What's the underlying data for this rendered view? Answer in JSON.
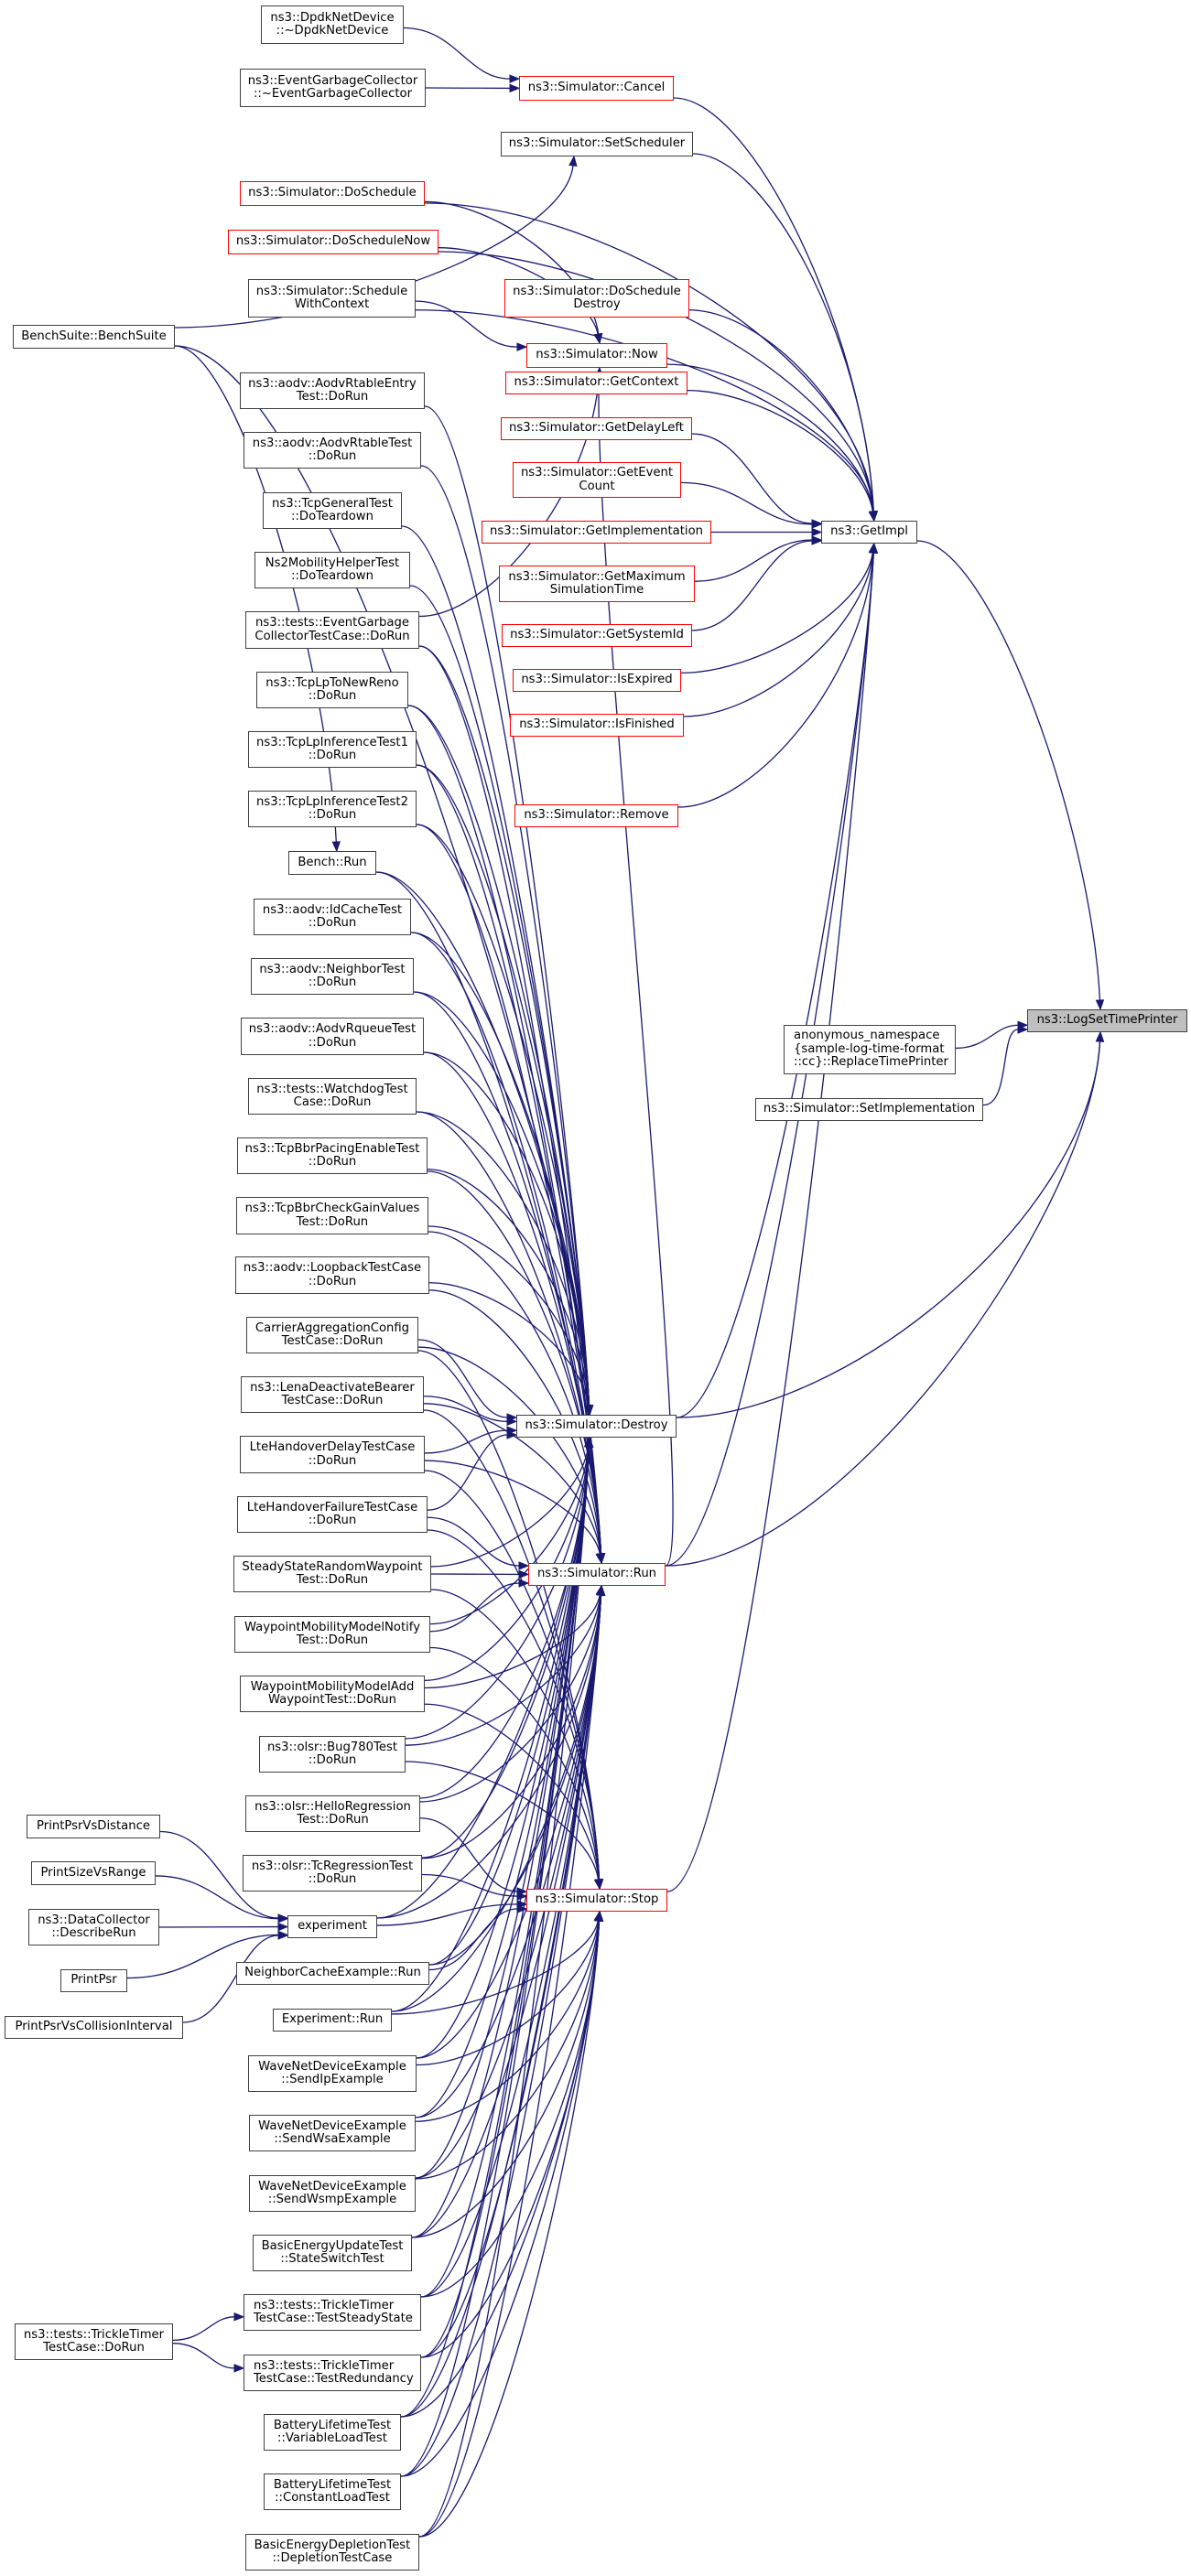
{
  "graph": {
    "type": "caller-graph",
    "root": "ns3::LogSetTimePrinter",
    "colors": {
      "edge": "#191970",
      "truncated_border": "#ff0000",
      "normal_border": "#404040",
      "root_fill": "#bfbfbf"
    },
    "nodes": {
      "LogSetTimePrinter": {
        "label": "ns3::LogSetTimePrinter",
        "style": "root"
      },
      "GetImpl": {
        "label": "ns3::GetImpl",
        "style": "normal"
      },
      "ReplaceTimePrinter": {
        "label": "anonymous_namespace\n{sample-log-time-format\n::cc}::ReplaceTimePrinter",
        "style": "normal",
        "align": "left"
      },
      "SetImplementation": {
        "label": "ns3::Simulator::SetImplementation",
        "style": "normal"
      },
      "Cancel": {
        "label": "ns3::Simulator::Cancel",
        "style": "truncated"
      },
      "SetScheduler": {
        "label": "ns3::Simulator::SetScheduler",
        "style": "normal"
      },
      "DoSchedule": {
        "label": "ns3::Simulator::DoSchedule",
        "style": "truncated"
      },
      "DoScheduleNow": {
        "label": "ns3::Simulator::DoScheduleNow",
        "style": "truncated"
      },
      "DoScheduleDestroy": {
        "label": "ns3::Simulator::DoSchedule\nDestroy",
        "style": "truncated"
      },
      "Now": {
        "label": "ns3::Simulator::Now",
        "style": "truncated"
      },
      "GetContext": {
        "label": "ns3::Simulator::GetContext",
        "style": "truncated"
      },
      "GetDelayLeft": {
        "label": "ns3::Simulator::GetDelayLeft",
        "style": "truncated"
      },
      "GetEventCount": {
        "label": "ns3::Simulator::GetEvent\nCount",
        "style": "truncated"
      },
      "GetImplementation": {
        "label": "ns3::Simulator::GetImplementation",
        "style": "truncated"
      },
      "GetMaximumSimulationTime": {
        "label": "ns3::Simulator::GetMaximum\nSimulationTime",
        "style": "truncated"
      },
      "GetSystemId": {
        "label": "ns3::Simulator::GetSystemId",
        "style": "truncated"
      },
      "IsExpired": {
        "label": "ns3::Simulator::IsExpired",
        "style": "truncated"
      },
      "IsFinished": {
        "label": "ns3::Simulator::IsFinished",
        "style": "truncated"
      },
      "Remove": {
        "label": "ns3::Simulator::Remove",
        "style": "truncated"
      },
      "Destroy": {
        "label": "ns3::Simulator::Destroy",
        "style": "normal"
      },
      "Run": {
        "label": "ns3::Simulator::Run",
        "style": "truncated"
      },
      "Stop": {
        "label": "ns3::Simulator::Stop",
        "style": "truncated"
      },
      "DpdkNetDevice": {
        "label": "ns3::DpdkNetDevice\n::~DpdkNetDevice",
        "style": "normal"
      },
      "EventGarbageCollector": {
        "label": "ns3::EventGarbageCollector\n::~EventGarbageCollector",
        "style": "normal"
      },
      "ScheduleWithContext": {
        "label": "ns3::Simulator::Schedule\nWithContext",
        "style": "normal"
      },
      "BenchSuite": {
        "label": "BenchSuite::BenchSuite",
        "style": "normal"
      },
      "AodvRtableEntryTest": {
        "label": "ns3::aodv::AodvRtableEntry\nTest::DoRun",
        "style": "normal"
      },
      "AodvRtableTest": {
        "label": "ns3::aodv::AodvRtableTest\n::DoRun",
        "style": "normal"
      },
      "TcpGeneralTest": {
        "label": "ns3::TcpGeneralTest\n::DoTeardown",
        "style": "normal"
      },
      "Ns2MobilityHelperTest": {
        "label": "Ns2MobilityHelperTest\n::DoTeardown",
        "style": "normal"
      },
      "EventGarbageCollectorTestCase": {
        "label": "ns3::tests::EventGarbage\nCollectorTestCase::DoRun",
        "style": "normal"
      },
      "TcpLpToNewReno": {
        "label": "ns3::TcpLpToNewReno\n::DoRun",
        "style": "normal"
      },
      "TcpLpInferenceTest1": {
        "label": "ns3::TcpLpInferenceTest1\n::DoRun",
        "style": "normal"
      },
      "TcpLpInferenceTest2": {
        "label": "ns3::TcpLpInferenceTest2\n::DoRun",
        "style": "normal"
      },
      "BenchRun": {
        "label": "Bench::Run",
        "style": "normal"
      },
      "IdCacheTest": {
        "label": "ns3::aodv::IdCacheTest\n::DoRun",
        "style": "normal"
      },
      "NeighborTest": {
        "label": "ns3::aodv::NeighborTest\n::DoRun",
        "style": "normal"
      },
      "AodvRqueueTest": {
        "label": "ns3::aodv::AodvRqueueTest\n::DoRun",
        "style": "normal"
      },
      "WatchdogTestCase": {
        "label": "ns3::tests::WatchdogTest\nCase::DoRun",
        "style": "normal"
      },
      "TcpBbrPacingEnableTest": {
        "label": "ns3::TcpBbrPacingEnableTest\n::DoRun",
        "style": "normal"
      },
      "TcpBbrCheckGainValuesTest": {
        "label": "ns3::TcpBbrCheckGainValues\nTest::DoRun",
        "style": "normal"
      },
      "LoopbackTestCase": {
        "label": "ns3::aodv::LoopbackTestCase\n::DoRun",
        "style": "normal"
      },
      "CarrierAggregationConfigTestCase": {
        "label": "CarrierAggregationConfig\nTestCase::DoRun",
        "style": "normal"
      },
      "LenaDeactivateBearerTestCase": {
        "label": "ns3::LenaDeactivateBearer\nTestCase::DoRun",
        "style": "normal"
      },
      "LteHandoverDelayTestCase": {
        "label": "LteHandoverDelayTestCase\n::DoRun",
        "style": "normal"
      },
      "LteHandoverFailureTestCase": {
        "label": "LteHandoverFailureTestCase\n::DoRun",
        "style": "normal"
      },
      "SteadyStateRandomWaypointTest": {
        "label": "SteadyStateRandomWaypoint\nTest::DoRun",
        "style": "normal"
      },
      "WaypointMobilityModelNotifyTest": {
        "label": "WaypointMobilityModelNotify\nTest::DoRun",
        "style": "normal"
      },
      "WaypointMobilityModelAddWaypointTest": {
        "label": "WaypointMobilityModelAdd\nWaypointTest::DoRun",
        "style": "normal"
      },
      "Bug780Test": {
        "label": "ns3::olsr::Bug780Test\n::DoRun",
        "style": "normal"
      },
      "HelloRegressionTest": {
        "label": "ns3::olsr::HelloRegression\nTest::DoRun",
        "style": "normal"
      },
      "TcRegressionTest": {
        "label": "ns3::olsr::TcRegressionTest\n::DoRun",
        "style": "normal"
      },
      "experiment": {
        "label": "experiment",
        "style": "normal"
      },
      "NeighborCacheExampleRun": {
        "label": "NeighborCacheExample::Run",
        "style": "normal"
      },
      "ExperimentRun": {
        "label": "Experiment::Run",
        "style": "normal"
      },
      "SendIpExample": {
        "label": "WaveNetDeviceExample\n::SendIpExample",
        "style": "normal"
      },
      "SendWsaExample": {
        "label": "WaveNetDeviceExample\n::SendWsaExample",
        "style": "normal"
      },
      "SendWsmpExample": {
        "label": "WaveNetDeviceExample\n::SendWsmpExample",
        "style": "normal"
      },
      "StateSwitchTest": {
        "label": "BasicEnergyUpdateTest\n::StateSwitchTest",
        "style": "normal"
      },
      "TestSteadyState": {
        "label": "ns3::tests::TrickleTimer\nTestCase::TestSteadyState",
        "style": "normal",
        "align": "left"
      },
      "TestRedundancy": {
        "label": "ns3::tests::TrickleTimer\nTestCase::TestRedundancy",
        "style": "normal",
        "align": "left"
      },
      "VariableLoadTest": {
        "label": "BatteryLifetimeTest\n::VariableLoadTest",
        "style": "normal"
      },
      "ConstantLoadTest": {
        "label": "BatteryLifetimeTest\n::ConstantLoadTest",
        "style": "normal"
      },
      "DepletionTestCase": {
        "label": "BasicEnergyDepletionTest\n::DepletionTestCase",
        "style": "normal"
      },
      "TrickleTimerDoRun": {
        "label": "ns3::tests::TrickleTimer\nTestCase::DoRun",
        "style": "normal"
      },
      "PrintPsrVsDistance": {
        "label": "PrintPsrVsDistance",
        "style": "normal"
      },
      "PrintSizeVsRange": {
        "label": "PrintSizeVsRange",
        "style": "normal"
      },
      "DescribeRun": {
        "label": "ns3::DataCollector\n::DescribeRun",
        "style": "normal"
      },
      "PrintPsr": {
        "label": "PrintPsr",
        "style": "normal"
      },
      "PrintPsrVsCollisionInterval": {
        "label": "PrintPsrVsCollisionInterval",
        "style": "normal"
      }
    },
    "edges": [
      [
        "GetImpl",
        "LogSetTimePrinter"
      ],
      [
        "ReplaceTimePrinter",
        "LogSetTimePrinter"
      ],
      [
        "SetImplementation",
        "LogSetTimePrinter"
      ],
      [
        "Destroy",
        "LogSetTimePrinter"
      ],
      [
        "Run",
        "LogSetTimePrinter"
      ],
      [
        "Cancel",
        "GetImpl"
      ],
      [
        "SetScheduler",
        "GetImpl"
      ],
      [
        "DoSchedule",
        "GetImpl"
      ],
      [
        "DoScheduleNow",
        "GetImpl"
      ],
      [
        "DoScheduleDestroy",
        "GetImpl"
      ],
      [
        "Now",
        "GetImpl"
      ],
      [
        "GetContext",
        "GetImpl"
      ],
      [
        "GetDelayLeft",
        "GetImpl"
      ],
      [
        "GetEventCount",
        "GetImpl"
      ],
      [
        "GetImplementation",
        "GetImpl"
      ],
      [
        "GetMaximumSimulationTime",
        "GetImpl"
      ],
      [
        "GetSystemId",
        "GetImpl"
      ],
      [
        "IsExpired",
        "GetImpl"
      ],
      [
        "IsFinished",
        "GetImpl"
      ],
      [
        "Remove",
        "GetImpl"
      ],
      [
        "Destroy",
        "GetImpl"
      ],
      [
        "Run",
        "GetImpl"
      ],
      [
        "Stop",
        "GetImpl"
      ],
      [
        "ScheduleWithContext",
        "GetImpl"
      ],
      [
        "DpdkNetDevice",
        "Cancel"
      ],
      [
        "EventGarbageCollector",
        "Cancel"
      ],
      [
        "BenchSuite",
        "SetScheduler"
      ],
      [
        "BenchSuite",
        "BenchRun"
      ],
      [
        "BenchSuite",
        "Destroy"
      ],
      [
        "DoSchedule",
        "Now"
      ],
      [
        "DoScheduleNow",
        "Now"
      ],
      [
        "ScheduleWithContext",
        "Now"
      ],
      [
        "Run",
        "Now"
      ],
      [
        "AodvRtableEntryTest",
        "Destroy"
      ],
      [
        "AodvRtableTest",
        "Destroy"
      ],
      [
        "TcpGeneralTest",
        "Destroy"
      ],
      [
        "Ns2MobilityHelperTest",
        "Destroy"
      ],
      [
        "EventGarbageCollectorTestCase",
        "Destroy"
      ],
      [
        "EventGarbageCollectorTestCase",
        "Run"
      ],
      [
        "EventGarbageCollectorTestCase",
        "Now"
      ],
      [
        "TcpLpToNewReno",
        "Destroy"
      ],
      [
        "TcpLpToNewReno",
        "Run"
      ],
      [
        "TcpLpInferenceTest1",
        "Destroy"
      ],
      [
        "TcpLpInferenceTest1",
        "Run"
      ],
      [
        "TcpLpInferenceTest2",
        "Destroy"
      ],
      [
        "TcpLpInferenceTest2",
        "Run"
      ],
      [
        "BenchRun",
        "Destroy"
      ],
      [
        "BenchRun",
        "Run"
      ],
      [
        "IdCacheTest",
        "Destroy"
      ],
      [
        "IdCacheTest",
        "Run"
      ],
      [
        "NeighborTest",
        "Destroy"
      ],
      [
        "NeighborTest",
        "Run"
      ],
      [
        "AodvRqueueTest",
        "Destroy"
      ],
      [
        "AodvRqueueTest",
        "Run"
      ],
      [
        "WatchdogTestCase",
        "Destroy"
      ],
      [
        "WatchdogTestCase",
        "Run"
      ],
      [
        "TcpBbrPacingEnableTest",
        "Destroy"
      ],
      [
        "TcpBbrPacingEnableTest",
        "Run"
      ],
      [
        "TcpBbrCheckGainValuesTest",
        "Destroy"
      ],
      [
        "TcpBbrCheckGainValuesTest",
        "Run"
      ],
      [
        "LoopbackTestCase",
        "Destroy"
      ],
      [
        "LoopbackTestCase",
        "Run"
      ],
      [
        "CarrierAggregationConfigTestCase",
        "Destroy"
      ],
      [
        "CarrierAggregationConfigTestCase",
        "Run"
      ],
      [
        "CarrierAggregationConfigTestCase",
        "Stop"
      ],
      [
        "LenaDeactivateBearerTestCase",
        "Destroy"
      ],
      [
        "LenaDeactivateBearerTestCase",
        "Run"
      ],
      [
        "LenaDeactivateBearerTestCase",
        "Stop"
      ],
      [
        "LteHandoverDelayTestCase",
        "Destroy"
      ],
      [
        "LteHandoverDelayTestCase",
        "Run"
      ],
      [
        "LteHandoverDelayTestCase",
        "Stop"
      ],
      [
        "LteHandoverFailureTestCase",
        "Destroy"
      ],
      [
        "LteHandoverFailureTestCase",
        "Run"
      ],
      [
        "LteHandoverFailureTestCase",
        "Stop"
      ],
      [
        "SteadyStateRandomWaypointTest",
        "Destroy"
      ],
      [
        "SteadyStateRandomWaypointTest",
        "Run"
      ],
      [
        "SteadyStateRandomWaypointTest",
        "Stop"
      ],
      [
        "WaypointMobilityModelNotifyTest",
        "Destroy"
      ],
      [
        "WaypointMobilityModelNotifyTest",
        "Run"
      ],
      [
        "WaypointMobilityModelNotifyTest",
        "Stop"
      ],
      [
        "WaypointMobilityModelAddWaypointTest",
        "Destroy"
      ],
      [
        "WaypointMobilityModelAddWaypointTest",
        "Run"
      ],
      [
        "WaypointMobilityModelAddWaypointTest",
        "Stop"
      ],
      [
        "Bug780Test",
        "Destroy"
      ],
      [
        "Bug780Test",
        "Run"
      ],
      [
        "Bug780Test",
        "Stop"
      ],
      [
        "HelloRegressionTest",
        "Destroy"
      ],
      [
        "HelloRegressionTest",
        "Run"
      ],
      [
        "HelloRegressionTest",
        "Stop"
      ],
      [
        "TcRegressionTest",
        "Destroy"
      ],
      [
        "TcRegressionTest",
        "Run"
      ],
      [
        "TcRegressionTest",
        "Stop"
      ],
      [
        "experiment",
        "Destroy"
      ],
      [
        "experiment",
        "Run"
      ],
      [
        "experiment",
        "Stop"
      ],
      [
        "NeighborCacheExampleRun",
        "Destroy"
      ],
      [
        "NeighborCacheExampleRun",
        "Run"
      ],
      [
        "NeighborCacheExampleRun",
        "Stop"
      ],
      [
        "ExperimentRun",
        "Destroy"
      ],
      [
        "ExperimentRun",
        "Run"
      ],
      [
        "ExperimentRun",
        "Stop"
      ],
      [
        "SendIpExample",
        "Destroy"
      ],
      [
        "SendIpExample",
        "Run"
      ],
      [
        "SendIpExample",
        "Stop"
      ],
      [
        "SendWsaExample",
        "Destroy"
      ],
      [
        "SendWsaExample",
        "Run"
      ],
      [
        "SendWsaExample",
        "Stop"
      ],
      [
        "SendWsmpExample",
        "Destroy"
      ],
      [
        "SendWsmpExample",
        "Run"
      ],
      [
        "SendWsmpExample",
        "Stop"
      ],
      [
        "StateSwitchTest",
        "Destroy"
      ],
      [
        "StateSwitchTest",
        "Run"
      ],
      [
        "StateSwitchTest",
        "Stop"
      ],
      [
        "TestSteadyState",
        "Destroy"
      ],
      [
        "TestSteadyState",
        "Run"
      ],
      [
        "TestSteadyState",
        "Stop"
      ],
      [
        "TestRedundancy",
        "Destroy"
      ],
      [
        "TestRedundancy",
        "Run"
      ],
      [
        "TestRedundancy",
        "Stop"
      ],
      [
        "VariableLoadTest",
        "Destroy"
      ],
      [
        "VariableLoadTest",
        "Run"
      ],
      [
        "VariableLoadTest",
        "Stop"
      ],
      [
        "ConstantLoadTest",
        "Destroy"
      ],
      [
        "ConstantLoadTest",
        "Run"
      ],
      [
        "ConstantLoadTest",
        "Stop"
      ],
      [
        "DepletionTestCase",
        "Destroy"
      ],
      [
        "DepletionTestCase",
        "Run"
      ],
      [
        "DepletionTestCase",
        "Stop"
      ],
      [
        "TrickleTimerDoRun",
        "TestSteadyState"
      ],
      [
        "TrickleTimerDoRun",
        "TestRedundancy"
      ],
      [
        "PrintPsrVsDistance",
        "experiment"
      ],
      [
        "PrintSizeVsRange",
        "experiment"
      ],
      [
        "DescribeRun",
        "experiment"
      ],
      [
        "PrintPsr",
        "experiment"
      ],
      [
        "PrintPsrVsCollisionInterval",
        "experiment"
      ]
    ]
  }
}
